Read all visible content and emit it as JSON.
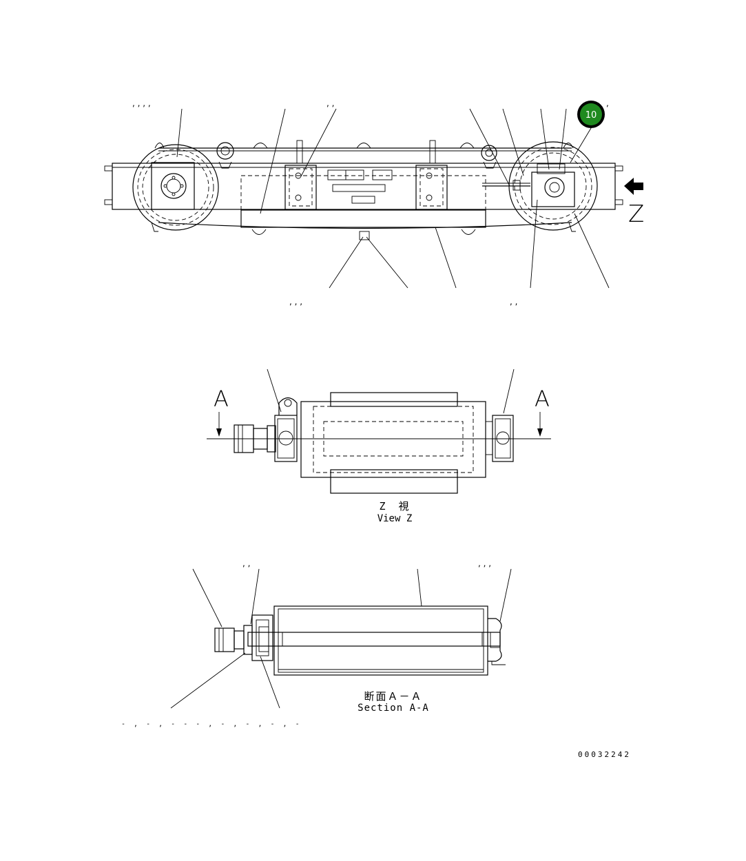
{
  "drawing": {
    "callout_badge": {
      "number": "10",
      "color": "#1f8a1f"
    },
    "direction_label": "Z",
    "section_markers": [
      "A",
      "A"
    ],
    "view_z": {
      "jp": "Z　視",
      "en": "View Z"
    },
    "section_aa": {
      "jp": "断面Ａ－Ａ",
      "en": "Section A-A"
    },
    "drawing_number": "00032242",
    "separators": {
      "top_left": ",   ,   ,   ,",
      "top_mid": ",  ,",
      "top_right": ",",
      "mid_left": ",   ,   ,",
      "mid_right": ",   ,",
      "sec_left": ",   ,",
      "sec_right": ",   ,   ,",
      "bottom_row": "- , - , - -   - , - , - , - , -"
    }
  }
}
